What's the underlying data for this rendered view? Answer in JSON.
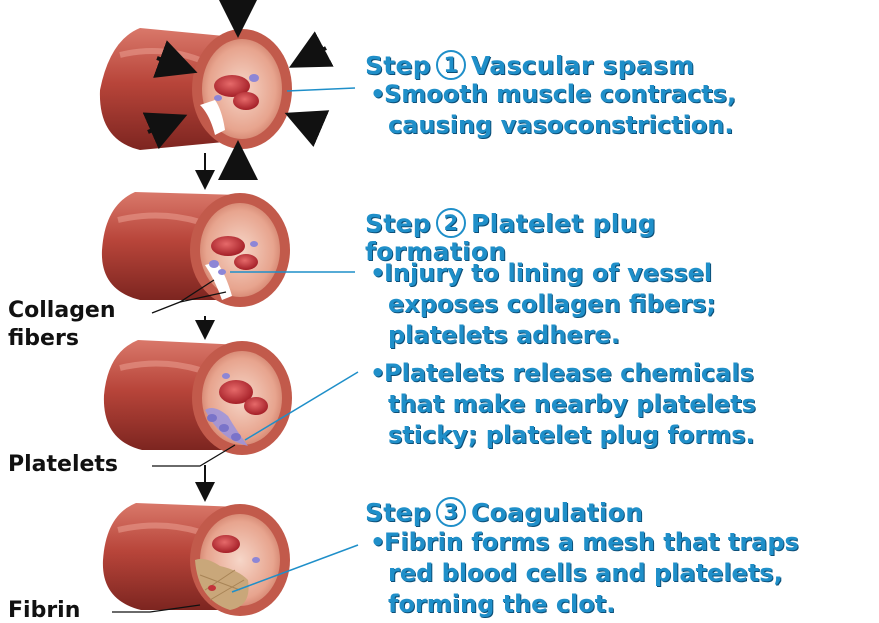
{
  "steps": [
    {
      "prefix": "Step",
      "num": "1",
      "title": "Vascular spasm",
      "title_line2": "",
      "bullets": [
        [
          "Smooth muscle contracts,",
          "causing vasoconstriction."
        ]
      ]
    },
    {
      "prefix": "Step",
      "num": "2",
      "title": "Platelet plug",
      "title_line2": "formation",
      "bullets": [
        [
          "Injury to lining of vessel",
          "exposes collagen fibers;",
          "platelets adhere."
        ],
        [
          "Platelets release chemicals",
          "that make nearby platelets",
          "sticky; platelet plug forms."
        ]
      ]
    },
    {
      "prefix": "Step",
      "num": "3",
      "title": "Coagulation",
      "title_line2": "",
      "bullets": [
        [
          "Fibrin forms a mesh that traps",
          "red blood cells and platelets,",
          "forming the clot."
        ]
      ]
    }
  ],
  "labels": {
    "collagen": [
      "Collagen",
      "fibers"
    ],
    "platelets": "Platelets",
    "fibrin": "Fibrin"
  },
  "colors": {
    "text_accent": "#1f8fc9",
    "vessel_outer": "#b8453a",
    "vessel_inner": "#e9a08c",
    "rbc": "#c3333a",
    "platelet": "#7a73c9",
    "fibrin": "#c9a77a"
  }
}
